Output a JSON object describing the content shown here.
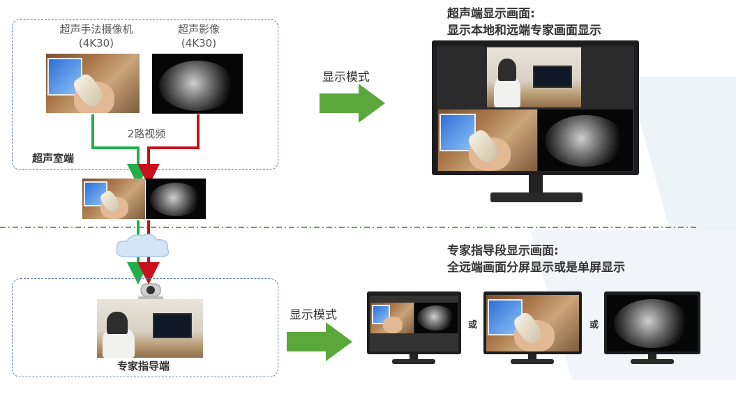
{
  "ultrasound_room": {
    "title": "超声室端",
    "camera1_label": [
      "超声手法摄像机",
      "(4K30)"
    ],
    "camera2_label": [
      "超声影像",
      "(4K30)"
    ],
    "video_paths": "2路视频"
  },
  "expert_side": {
    "title": "专家指导端"
  },
  "arrows": {
    "display_mode_top": "显示模式",
    "display_mode_bottom": "显示模式"
  },
  "top_right": {
    "heading": [
      "超声端显示画面:",
      "显示本地和远端专家画面显示"
    ]
  },
  "bottom_right": {
    "heading": [
      "专家指导段显示画面:",
      "全远端画面分屏显示或是单屏显示"
    ],
    "or": "或"
  },
  "colors": {
    "green_path": "#1fb04a",
    "red_path": "#c8101b",
    "box_border": "#5c7da0",
    "divider": "#4a7a3a",
    "arrow_green": "#5aa83a"
  }
}
